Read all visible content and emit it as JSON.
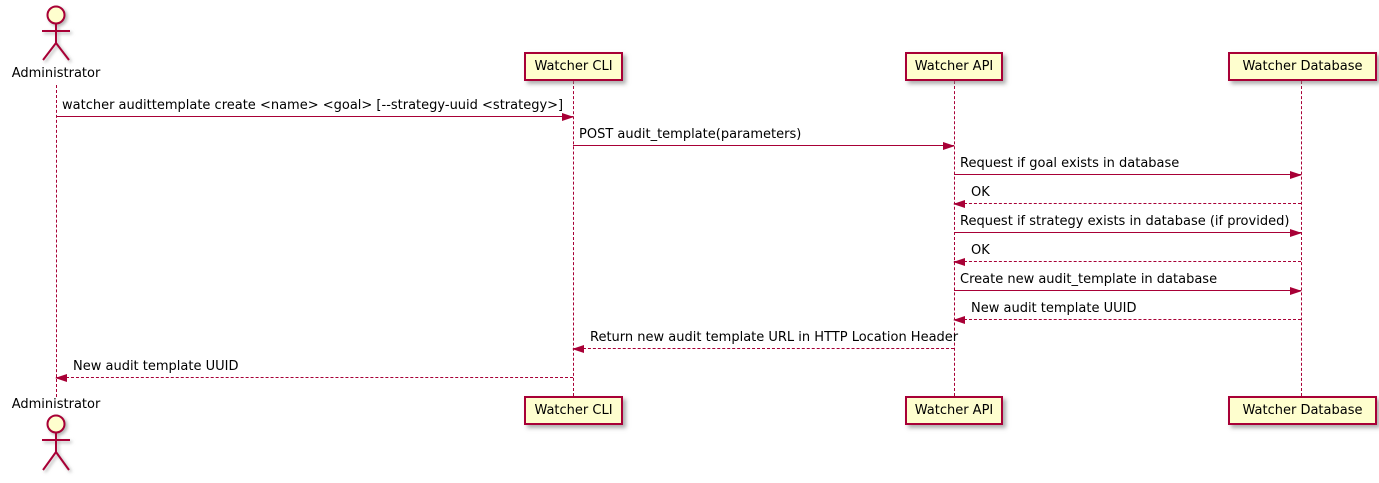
{
  "diagram": {
    "type": "sequence",
    "colors": {
      "accent": "#A80036",
      "participant_fill": "#FEFECE",
      "text": "#000000",
      "background": "#FFFFFF"
    },
    "actor": {
      "name": "Administrator"
    },
    "participants": [
      {
        "label": "Watcher CLI"
      },
      {
        "label": "Watcher API"
      },
      {
        "label": "Watcher Database"
      }
    ],
    "messages": [
      {
        "from": "Administrator",
        "to": "Watcher CLI",
        "style": "solid",
        "text": "watcher audittemplate create <name> <goal> [--strategy-uuid <strategy>]"
      },
      {
        "from": "Watcher CLI",
        "to": "Watcher API",
        "style": "solid",
        "text": "POST audit_template(parameters)"
      },
      {
        "from": "Watcher API",
        "to": "Watcher Database",
        "style": "solid",
        "text": "Request if goal exists in database"
      },
      {
        "from": "Watcher Database",
        "to": "Watcher API",
        "style": "dotted",
        "text": "OK"
      },
      {
        "from": "Watcher API",
        "to": "Watcher Database",
        "style": "solid",
        "text": "Request if strategy exists in database (if provided)"
      },
      {
        "from": "Watcher Database",
        "to": "Watcher API",
        "style": "dotted",
        "text": "OK"
      },
      {
        "from": "Watcher API",
        "to": "Watcher Database",
        "style": "solid",
        "text": "Create new audit_template in database"
      },
      {
        "from": "Watcher Database",
        "to": "Watcher API",
        "style": "dotted",
        "text": "New audit template UUID"
      },
      {
        "from": "Watcher API",
        "to": "Watcher CLI",
        "style": "dotted",
        "text": "Return new audit template URL in HTTP Location Header"
      },
      {
        "from": "Watcher CLI",
        "to": "Administrator",
        "style": "dotted",
        "text": "New audit template UUID"
      }
    ]
  }
}
